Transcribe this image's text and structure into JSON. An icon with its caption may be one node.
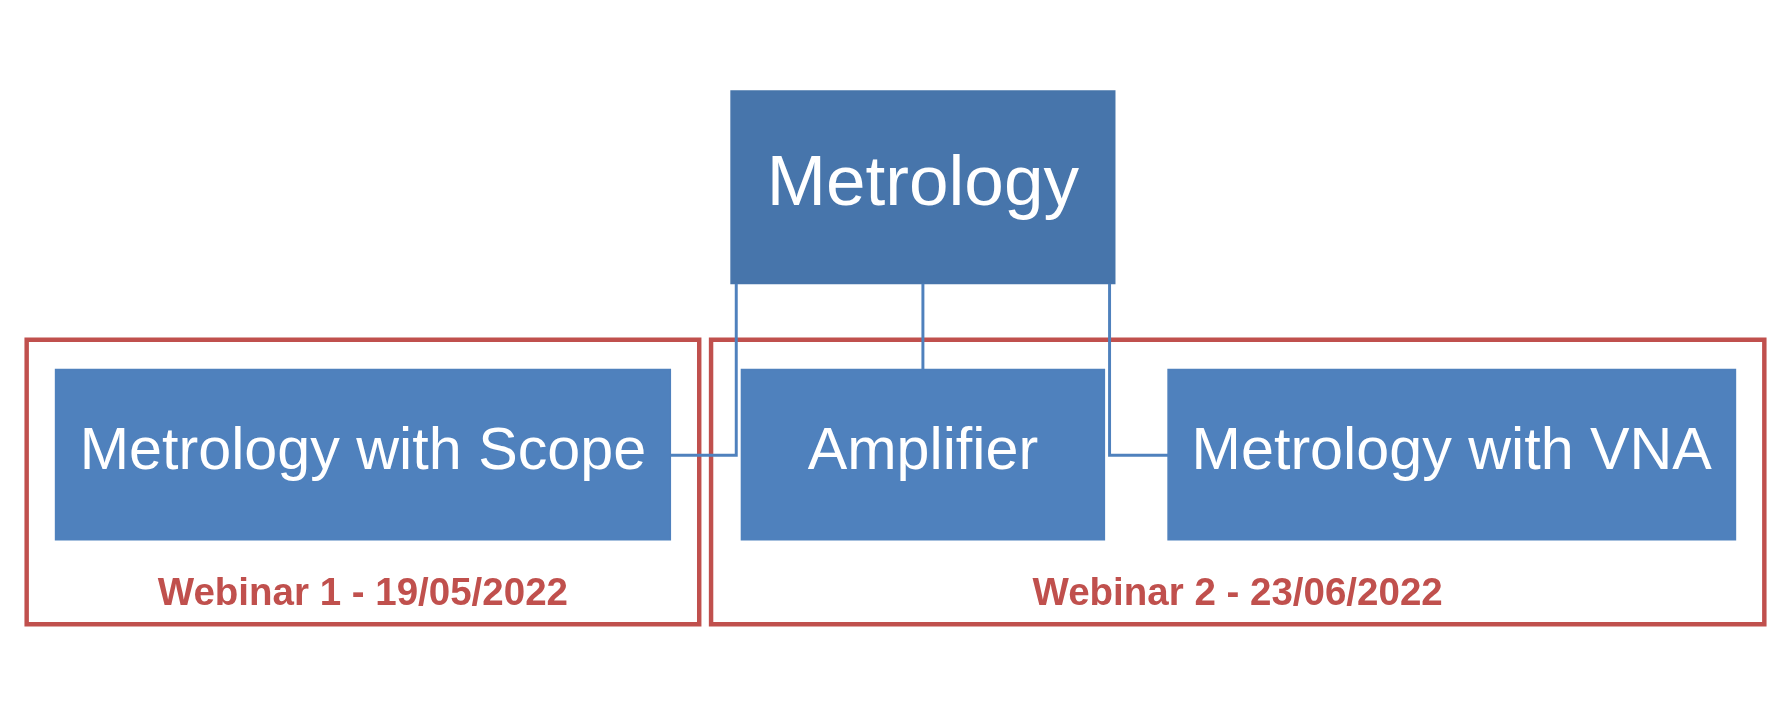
{
  "diagram": {
    "nodes": [
      {
        "text": [
          "Metrology"
        ]
      },
      {
        "text": [
          "Webinar 1 - 19/05/2022"
        ]
      },
      {
        "text": [
          "Metrology with Scope"
        ],
        "in": 1
      },
      {
        "text": [
          "Webinar 2 - 23/06/2022"
        ]
      },
      {
        "text": [
          "Metrology with VNA"
        ],
        "in": 3
      },
      {
        "text": [
          "Amplifier"
        ],
        "in": 3
      }
    ],
    "edges": [
      {
        "from": 0,
        "to": 2,
        "arrow": "none"
      },
      {
        "from": 0,
        "to": 4,
        "arrow": "none"
      },
      {
        "from": 0,
        "to": 5,
        "arrow": "none"
      }
    ]
  }
}
